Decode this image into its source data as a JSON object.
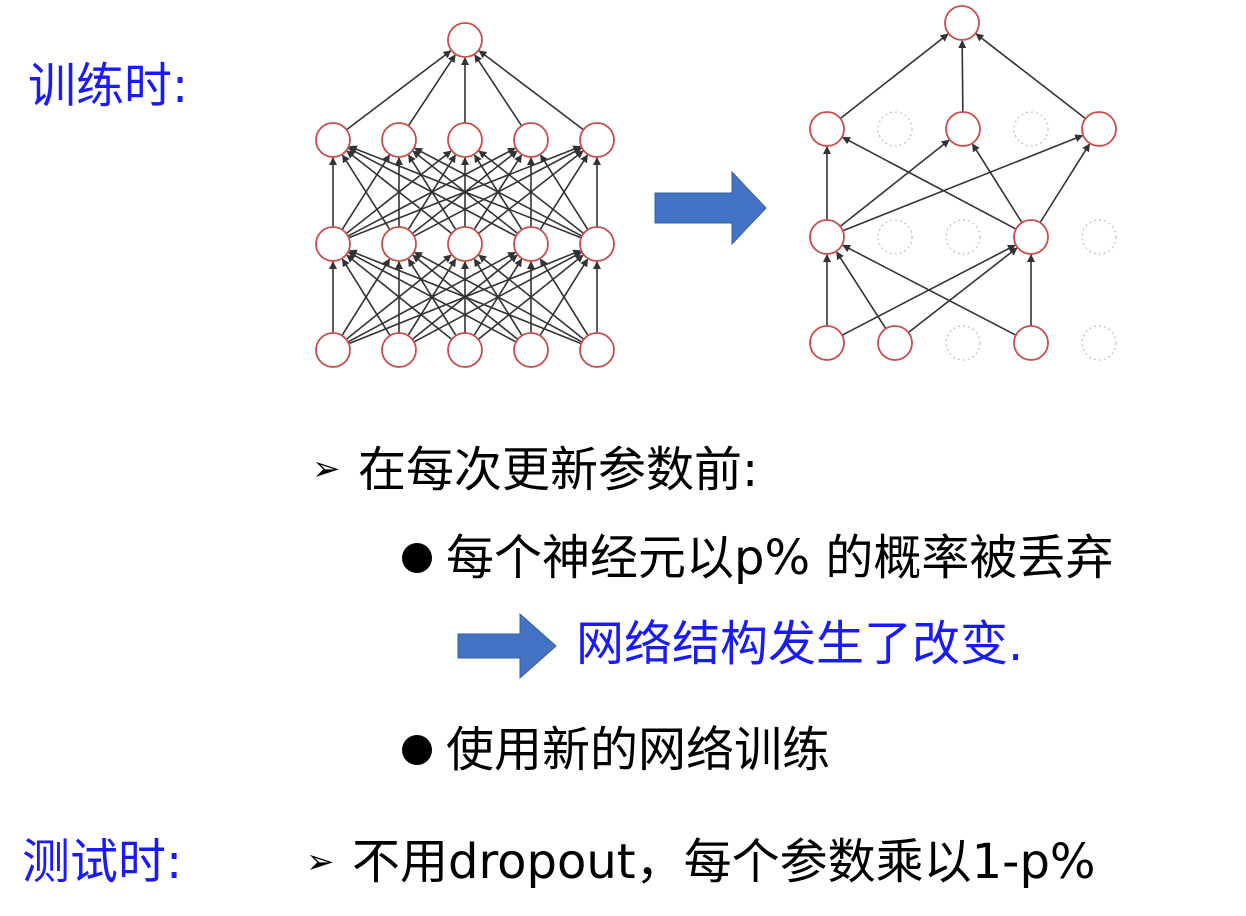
{
  "training_label": "训练时:",
  "testing_label": "测试时:",
  "bullets": {
    "marker": "➢",
    "before_update": "在每次更新参数前:",
    "dropout_rule": "每个神经元以p% 的概率被丢弃",
    "result": "网络结构发生了改变.",
    "train_new": "使用新的网络训练",
    "test_rule": "不用dropout，每个参数乘以1-p%"
  },
  "colors": {
    "blue_text": "#1a1aff",
    "arrow_fill": "#4472c4",
    "node_stroke": "#cc4b4b",
    "dropped_node_stroke": "#bfbfbf",
    "edge": "#333333"
  },
  "networks": {
    "full": {
      "layers": [
        [
          true,
          true,
          true,
          true,
          true
        ],
        [
          true,
          true,
          true,
          true,
          true
        ],
        [
          true,
          true,
          true,
          true,
          true
        ],
        [
          true
        ]
      ]
    },
    "thinned": {
      "layers": [
        [
          true,
          true,
          false,
          true,
          false
        ],
        [
          true,
          false,
          false,
          true,
          false
        ],
        [
          true,
          false,
          true,
          false,
          true
        ],
        [
          true
        ]
      ]
    }
  }
}
